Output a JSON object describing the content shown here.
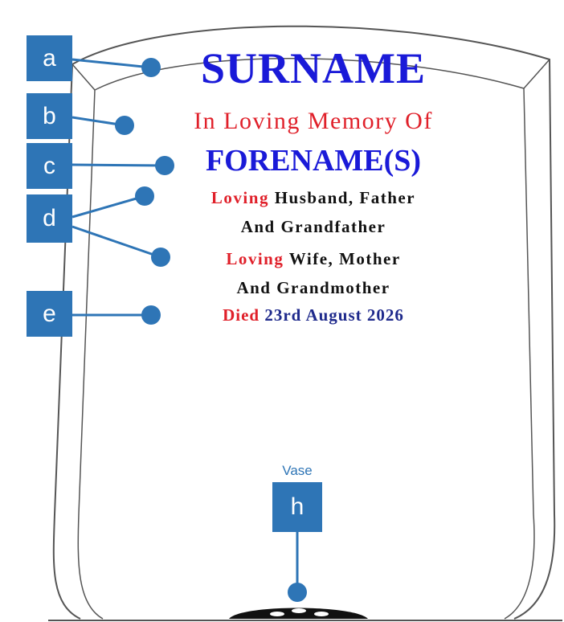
{
  "colors": {
    "blue_text": "#1a1ad8",
    "red_text": "#e0202a",
    "navy_text": "#1f2a8c",
    "badge": "#2e75b6",
    "outline": "#555555"
  },
  "headstone": {
    "surname": "SURNAME",
    "memory_line": "In Loving Memory Of",
    "forename": "FORENAME(S)",
    "line1_red": "Loving",
    "line1_rest": " Husband, Father",
    "line2": "And Grandfather",
    "line3_red": "Loving",
    "line3_rest": " Wife, Mother",
    "line4": "And Grandmother",
    "died_red": "Died",
    "died_date": " 23rd August 2026"
  },
  "labels": {
    "a": "a",
    "b": "b",
    "c": "c",
    "d": "d",
    "e": "e",
    "h": "h",
    "vase": "Vase"
  }
}
